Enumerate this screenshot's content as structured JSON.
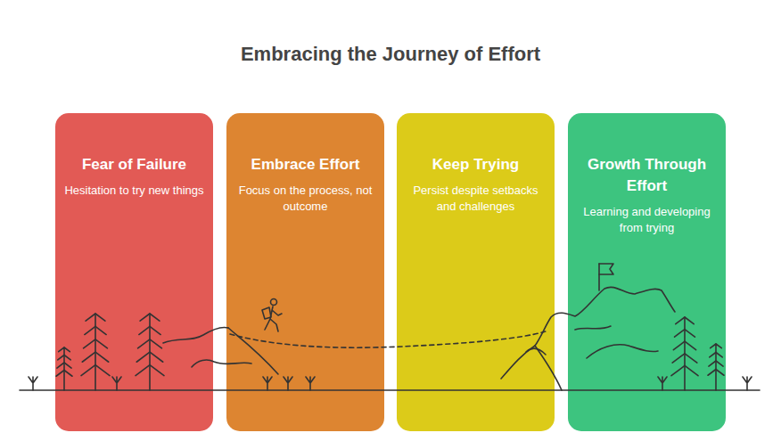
{
  "diagram": {
    "title": "Embracing the Journey of Effort",
    "nodes": [
      {
        "text": [
          "Fear of Failure",
          "Hesitation to try new things"
        ]
      },
      {
        "text": [
          "Embrace Effort",
          "Focus on the process, not outcome"
        ]
      },
      {
        "text": [
          "Keep Trying",
          "Persist despite setbacks and challenges"
        ]
      },
      {
        "text": [
          "Growth Through Effort",
          "Learning and developing from trying"
        ]
      }
    ]
  }
}
